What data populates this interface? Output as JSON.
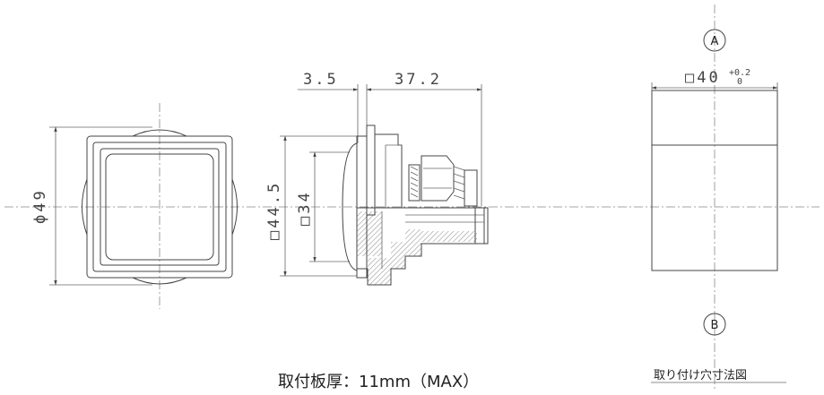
{
  "front_view": {
    "dim_diameter": "ϕ49"
  },
  "side_view": {
    "dim_top_left": "3.5",
    "dim_top_right": "37.2",
    "dim_outer_square": "□44.5",
    "dim_inner_square": "□34"
  },
  "cutout_view": {
    "dim_square": "□40",
    "dim_tolerance": "+0.2",
    "dim_tolerance_low": "0",
    "marker_a": "A",
    "marker_b": "B",
    "caption": "取り付け穴寸法図"
  },
  "panel_thickness_caption": "取付板厚：11mm（MAX）"
}
